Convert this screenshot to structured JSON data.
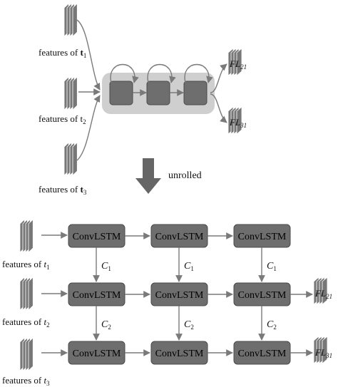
{
  "top": {
    "inputs": [
      {
        "prefix": "features of ",
        "var": "t",
        "sub": "1"
      },
      {
        "prefix": "features of ",
        "var": "t",
        "sub": "2"
      },
      {
        "prefix": "features of ",
        "var": "t",
        "sub": "3"
      }
    ],
    "outputs": [
      {
        "main": "FL",
        "sub": "21"
      },
      {
        "main": "FL",
        "sub": "31"
      }
    ]
  },
  "unrolled_label": "unrolled",
  "bottom": {
    "cell_label": "ConvLSTM",
    "row_inputs": [
      {
        "prefix": "features of ",
        "var": "t",
        "sub": "1"
      },
      {
        "prefix": "features of ",
        "var": "t",
        "sub": "2"
      },
      {
        "prefix": "features of ",
        "var": "t",
        "sub": "3"
      }
    ],
    "state_labels": [
      {
        "main": "C",
        "sub": "1"
      },
      {
        "main": "C",
        "sub": "2"
      }
    ],
    "outputs": [
      {
        "main": "FL",
        "sub": "21"
      },
      {
        "main": "FL",
        "sub": "31"
      }
    ]
  },
  "colors": {
    "cell_fill": "#6e6e6e",
    "cell_stroke": "#4a4a4a",
    "frame_fill": "#cfcfcf",
    "arrow": "#7a7a7a",
    "stack_fill": "#777777",
    "big_arrow": "#666666"
  }
}
